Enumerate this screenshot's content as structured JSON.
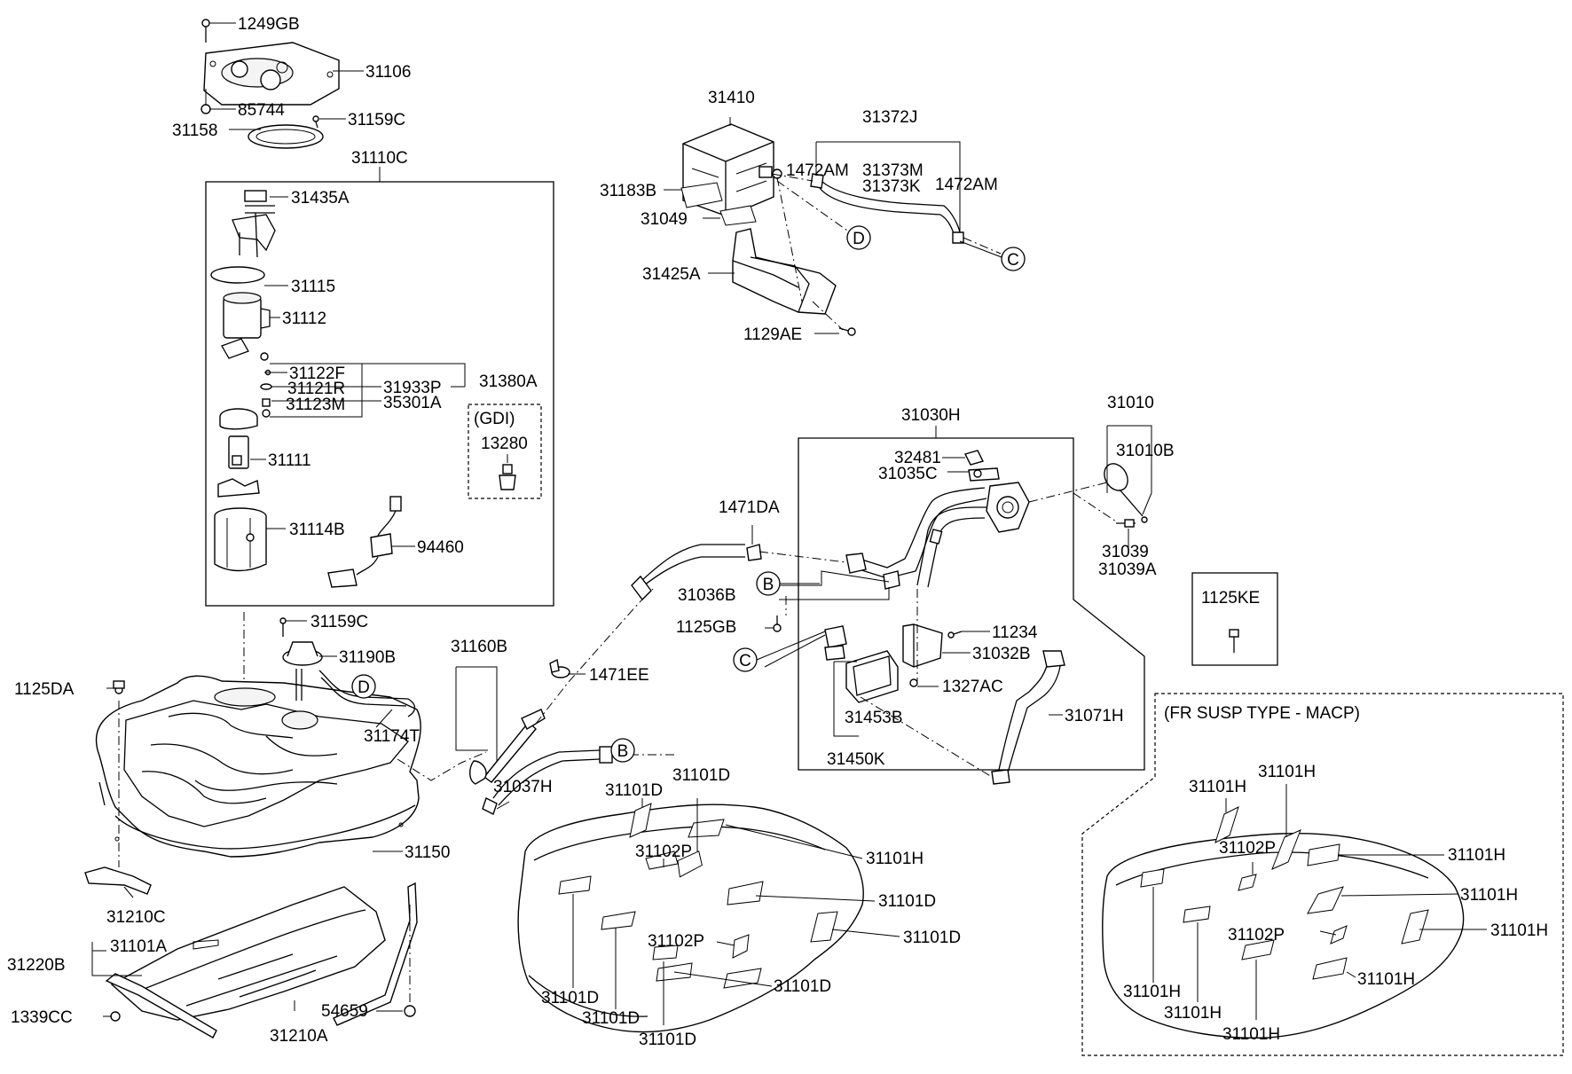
{
  "labels": {
    "p1249GB": "1249GB",
    "p31106": "31106",
    "p85744": "85744",
    "p31158": "31158",
    "p31159C_top": "31159C",
    "p31110C": "31110C",
    "p31435A": "31435A",
    "p31115": "31115",
    "p31112": "31112",
    "p31122F": "31122F",
    "p31121R": "31121R",
    "p31123M": "31123M",
    "p31933P": "31933P",
    "p35301A": "35301A",
    "p31380A": "31380A",
    "gdi": "(GDI)",
    "p13280": "13280",
    "p31111": "31111",
    "p31114B": "31114B",
    "p94460": "94460",
    "p31159C_mid": "31159C",
    "p31190B": "31190B",
    "p1125DA": "1125DA",
    "p31174T": "31174T",
    "p31160B": "31160B",
    "p1471EE": "1471EE",
    "p31037H": "31037H",
    "p31150": "31150",
    "p31210C": "31210C",
    "p31220B": "31220B",
    "p31101A": "31101A",
    "p1339CC": "1339CC",
    "p31210A": "31210A",
    "p54659": "54659",
    "p31410": "31410",
    "p31372J": "31372J",
    "p1472AM_l": "1472AM",
    "p31373M": "31373M",
    "p31373K": "31373K",
    "p1472AM_r": "1472AM",
    "p31183B": "31183B",
    "p31049": "31049",
    "p31425A": "31425A",
    "p1129AE": "1129AE",
    "p31030H": "31030H",
    "p32481": "32481",
    "p31035C": "31035C",
    "p31010": "31010",
    "p31010B": "31010B",
    "p31039": "31039",
    "p31039A": "31039A",
    "p1471DA": "1471DA",
    "p31036B": "31036B",
    "p1125GB": "1125GB",
    "p11234": "11234",
    "p31032B": "31032B",
    "p1327AC": "1327AC",
    "p31453B": "31453B",
    "p31450K": "31450K",
    "p31071H": "31071H",
    "p1125KE": "1125KE",
    "fr_susp": "(FR SUSP TYPE - MACP)",
    "m_31101D_a": "31101D",
    "m_31101D_b": "31101D",
    "m_31102P_a": "31102P",
    "m_31101H_a": "31101H",
    "m_31101D_c": "31101D",
    "m_31102P_b": "31102P",
    "m_31101D_d": "31101D",
    "m_31101D_e": "31101D",
    "m_31101D_f": "31101D",
    "m_31101D_g": "31101D",
    "m_31101D_h": "31101D",
    "r_31101H_a": "31101H",
    "r_31101H_b": "31101H",
    "r_31102P_a": "31102P",
    "r_31101H_c": "31101H",
    "r_31101H_d": "31101H",
    "r_31102P_b": "31102P",
    "r_31101H_e": "31101H",
    "r_31101H_f": "31101H",
    "r_31101H_g": "31101H",
    "r_31101H_h": "31101H",
    "r_31101H_i": "31101H"
  },
  "connectors": {
    "B": "B",
    "C": "C",
    "D": "D"
  }
}
